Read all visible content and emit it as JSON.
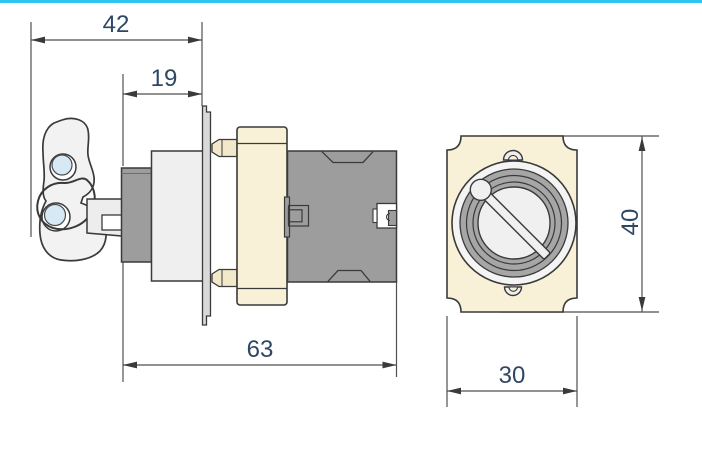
{
  "meta": {
    "top_accent_color": "#2cc5f2",
    "background_color": "#ffffff",
    "outline_color": "#3a3a3a",
    "dimension_text_color": "#2e4763",
    "cream_color": "#f8f1d7",
    "body_gray_color": "#9d9d9d",
    "key_hole_blue": "#d8e9f6"
  },
  "drawing": {
    "description": "Dimensional drawing of a key-operated selector switch, side view and front view",
    "side_view": {
      "dim_overall_width": "42",
      "dim_front_depth": "19",
      "dim_total_depth": "63"
    },
    "front_view": {
      "dim_height": "40",
      "dim_width": "30"
    }
  }
}
